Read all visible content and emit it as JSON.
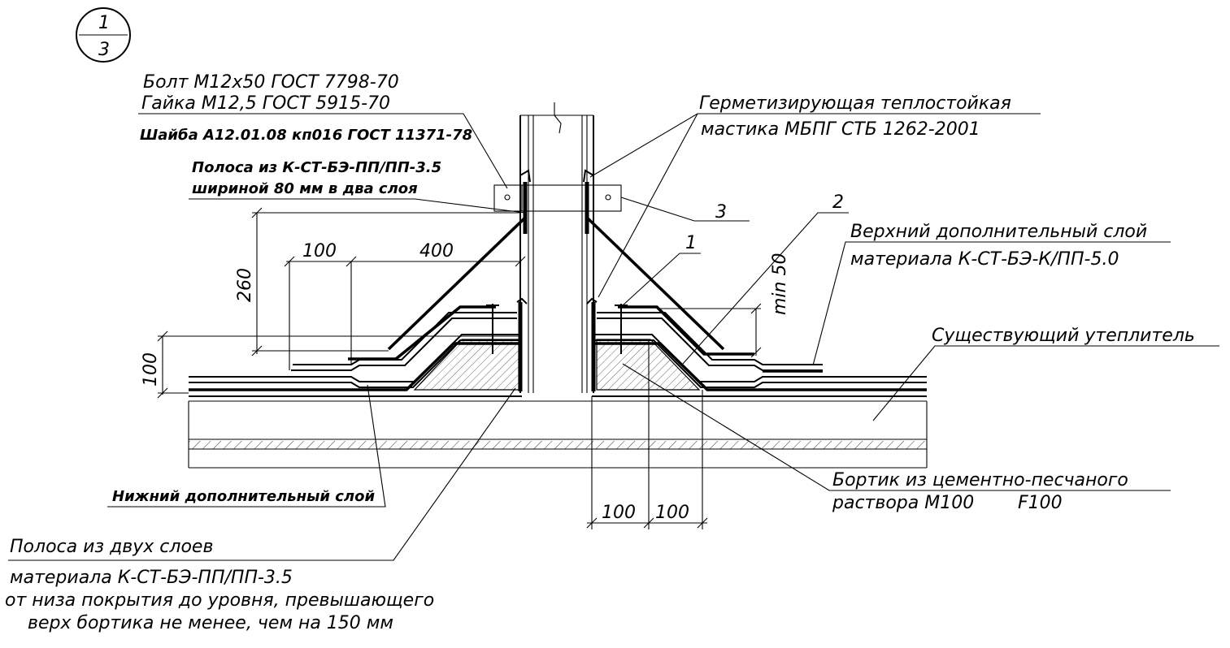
{
  "sheet_ref": {
    "top": "1",
    "bottom": "3"
  },
  "callouts": {
    "bolt": "Болт М12х50 ГОСТ 7798-70",
    "nut": "Гайка М12,5 ГОСТ 5915-70",
    "washer": "Шайба А12.01.08 кп016 ГОСТ 11371-78",
    "strip_line1": "Полоса из К-СТ-БЭ-ПП/ПП-3.5",
    "strip_line2": "шириной 80 мм в два слоя",
    "sealant_line1": "Герметизирующая теплостойкая",
    "sealant_line2": "мастика МБПГ СТБ 1262-2001",
    "upper_layer_line1": "Верхний дополнительный слой",
    "upper_layer_line2": "материала К-СТ-БЭ-К/ПП-5.0",
    "insulation": "Существующий утеплитель",
    "curb_line1": "Бортик из цементно-песчаного",
    "curb_line2": "раствора М100",
    "curb_frost": "F100",
    "lower_layer": "Нижний дополнительный слой",
    "two_layer_strip_line1": "Полоса из двух слоев",
    "two_layer_strip_line2": "материала К-СТ-БЭ-ПП/ПП-3.5",
    "two_layer_strip_line3": "от низа покрытия до уровня, превышающего",
    "two_layer_strip_line4": "верх бортика не менее, чем на 150 мм"
  },
  "markers": {
    "m1": "1",
    "m2": "2",
    "m3": "3"
  },
  "dimensions": {
    "d100_top": "100",
    "d400": "400",
    "d260": "260",
    "d100_left": "100",
    "min50": "min 50",
    "d100_bottom_a": "100",
    "d100_bottom_b": "100"
  },
  "colors": {
    "ink": "#000000",
    "paper": "#ffffff"
  }
}
